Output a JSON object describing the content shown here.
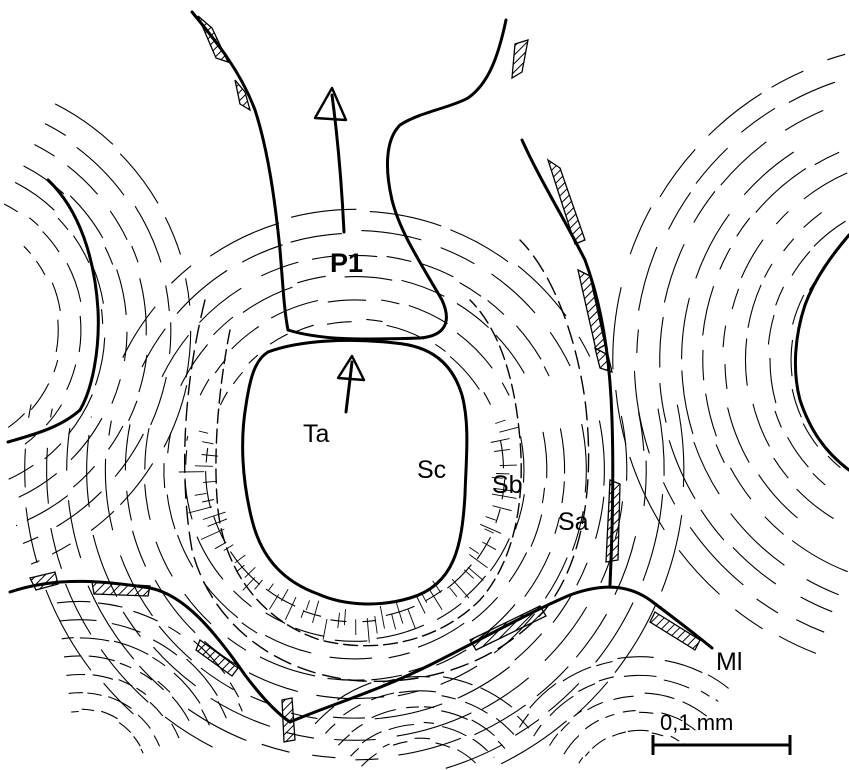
{
  "labels": {
    "p1": "P1",
    "ta": "Ta",
    "sc": "Sc",
    "sb": "Sb",
    "sa": "Sa",
    "ml": "Ml"
  },
  "scale_bar": {
    "label": "0,1 mm"
  },
  "colors": {
    "ink": "#000000",
    "paper": "#ffffff"
  }
}
